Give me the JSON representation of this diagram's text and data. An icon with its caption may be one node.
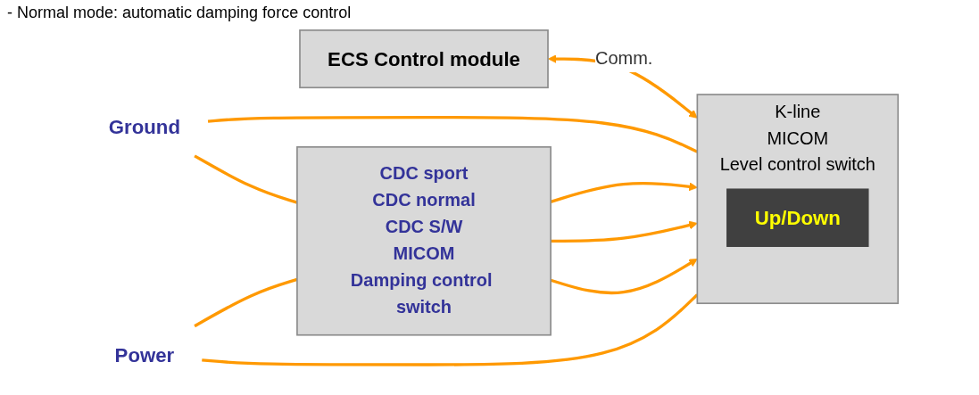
{
  "diagram": {
    "nodes": [
      {
        "text": [
          "ECS Control module"
        ]
      },
      {
        "text": [
          "K-line",
          "MICOM",
          "Level control switch"
        ]
      },
      {
        "text": [
          "Up/Down"
        ],
        "in": 1
      },
      {
        "text": [
          "CDC sport",
          "CDC normal",
          "CDC S/W",
          "MICOM",
          "Damping control switch"
        ]
      },
      {
        "text": [
          "Ground"
        ]
      },
      {
        "text": [
          "Power"
        ]
      }
    ],
    "edges": [
      {
        "from": 0,
        "to": 1,
        "arrow": "both",
        "label": "Comm."
      },
      {
        "from": 4,
        "to": 1,
        "arrow": "none"
      },
      {
        "from": 4,
        "to": 3,
        "arrow": "none"
      },
      {
        "from": 3,
        "to": 1,
        "arrow": "to"
      },
      {
        "from": 3,
        "to": 1,
        "arrow": "to"
      },
      {
        "from": 3,
        "to": 1,
        "arrow": "to"
      },
      {
        "from": 5,
        "to": 1,
        "arrow": "none"
      },
      {
        "from": 5,
        "to": 3,
        "arrow": "none"
      }
    ],
    "labels": [
      "- Normal mode: automatic damping force control"
    ]
  }
}
